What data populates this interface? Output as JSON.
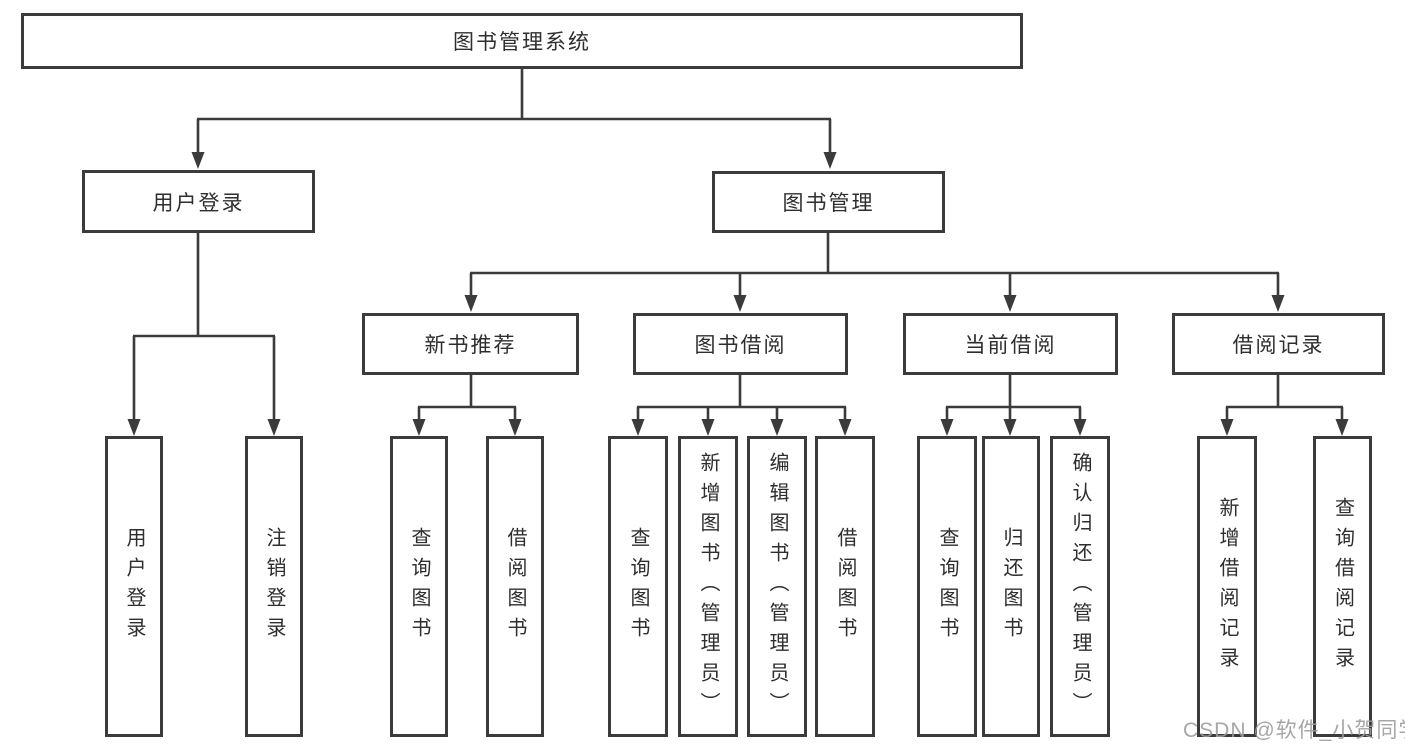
{
  "tree": {
    "label": "图书管理系统",
    "children": [
      {
        "label": "用户登录",
        "children": [
          {
            "label": "用户登录"
          },
          {
            "label": "注销登录"
          }
        ]
      },
      {
        "label": "图书管理",
        "children": [
          {
            "label": "新书推荐",
            "children": [
              {
                "label": "查询图书"
              },
              {
                "label": "借阅图书"
              }
            ]
          },
          {
            "label": "图书借阅",
            "children": [
              {
                "label": "查询图书"
              },
              {
                "label": "新增图书（管理员）"
              },
              {
                "label": "编辑图书（管理员）"
              },
              {
                "label": "借阅图书"
              }
            ]
          },
          {
            "label": "当前借阅",
            "children": [
              {
                "label": "查询图书"
              },
              {
                "label": "归还图书"
              },
              {
                "label": "确认归还（管理员）"
              }
            ]
          },
          {
            "label": "借阅记录",
            "children": [
              {
                "label": "新增借阅记录"
              },
              {
                "label": "查询借阅记录"
              }
            ]
          }
        ]
      }
    ]
  },
  "watermark": {
    "text": "CSDN @软件_小贺同学"
  },
  "colors": {
    "line": "#3b3b3b",
    "box_border": "#3b3b3b",
    "text": "#2e2e2e",
    "watermark": "#9d9d9d",
    "background": "#ffffff"
  }
}
